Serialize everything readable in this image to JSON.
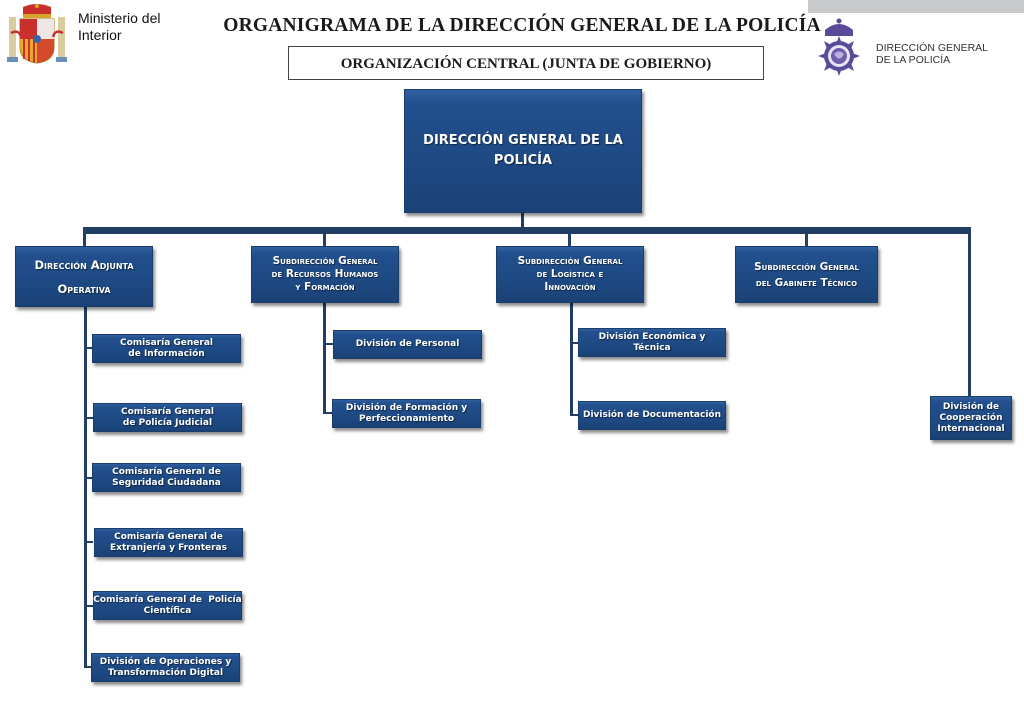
{
  "header": {
    "ministry_logo": "spain-coat-of-arms-icon",
    "ministry_name_line1": "Ministerio del",
    "ministry_name_line2": "Interior",
    "title": "ORGANIGRAMA DE LA DIRECCIÓN GENERAL DE LA POLICÍA",
    "subtitle": "ORGANIZACIÓN CENTRAL (JUNTA DE GOBIERNO)",
    "police_logo": "policia-nacional-badge-icon",
    "police_name_line1": "DIRECCIÓN GENERAL",
    "police_name_line2": "DE LA POLICÍA"
  },
  "colors": {
    "box_blue": "#1e4a84",
    "connector": "#233e64",
    "top_bar_gray": "#c8c9cb"
  },
  "org": {
    "root": {
      "line1": "DIRECCIÓN GENERAL DE LA",
      "line2": "POLICÍA"
    },
    "branches": [
      {
        "label_lines": [
          "Dirección Adjunta",
          "Operativa"
        ],
        "children": [
          [
            "Comisaría General",
            "de Información"
          ],
          [
            "Comisaría General",
            "de Policía Judicial"
          ],
          [
            "Comisaría General de",
            "Seguridad Ciudadana"
          ],
          [
            "Comisaría General de",
            "Extranjería y Fronteras"
          ],
          [
            "Comisaría General de  Policía",
            "Científica"
          ],
          [
            "División de Operaciones y",
            "Transformación Digital"
          ]
        ]
      },
      {
        "label_lines": [
          "Subdirección General",
          "de Recursos Humanos",
          "y Formación"
        ],
        "children": [
          [
            "División de Personal"
          ],
          [
            "División de Formación y",
            "Perfeccionamiento"
          ]
        ]
      },
      {
        "label_lines": [
          "Subdirección General",
          "de Logística e",
          "Innovación"
        ],
        "children": [
          [
            "División Económica y Técnica"
          ],
          [
            "División de Documentación"
          ]
        ]
      },
      {
        "label_lines": [
          "Subdirección General",
          "del Gabinete Técnico"
        ],
        "children": []
      },
      {
        "label_lines": [],
        "children": [
          [
            "División de",
            "Cooperación",
            "Internacional"
          ]
        ]
      }
    ]
  }
}
